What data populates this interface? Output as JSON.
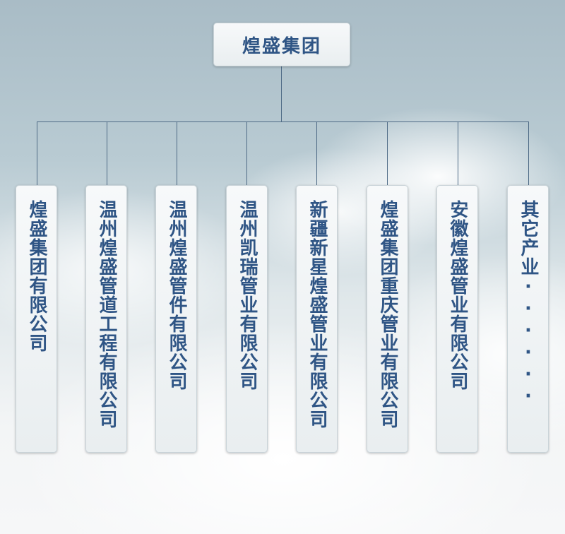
{
  "root": {
    "label": "煌盛集团"
  },
  "children": [
    {
      "label": "煌盛集团有限公司"
    },
    {
      "label": "温州煌盛管道工程有限公司"
    },
    {
      "label": "温州煌盛管件有限公司"
    },
    {
      "label": "温州凯瑞管业有限公司"
    },
    {
      "label": "新疆新星煌盛管业有限公司"
    },
    {
      "label": "煌盛集团重庆管业有限公司"
    },
    {
      "label": "安徽煌盛管业有限公司"
    },
    {
      "label": "其它产业······"
    }
  ]
}
